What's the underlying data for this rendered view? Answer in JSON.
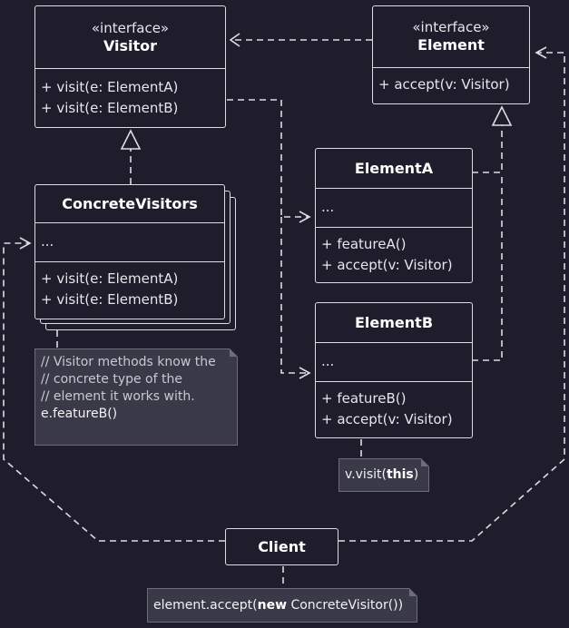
{
  "visitor": {
    "stereotype": "«interface»",
    "name": "Visitor",
    "methods": [
      "+ visit(e: ElementA)",
      "+ visit(e: ElementB)"
    ]
  },
  "element": {
    "stereotype": "«interface»",
    "name": "Element",
    "methods": [
      "+ accept(v: Visitor)"
    ]
  },
  "concrete_visitors": {
    "name": "ConcreteVisitors",
    "fields": "...",
    "methods": [
      "+ visit(e: ElementA)",
      "+ visit(e: ElementB)"
    ]
  },
  "element_a": {
    "name": "ElementA",
    "fields": "...",
    "methods": [
      "+ featureA()",
      "+ accept(v: Visitor)"
    ]
  },
  "element_b": {
    "name": "ElementB",
    "fields": "...",
    "methods": [
      "+ featureB()",
      "+ accept(v: Visitor)"
    ]
  },
  "client": {
    "name": "Client"
  },
  "notes": {
    "visitor_note": {
      "comment_lines": [
        "// Visitor methods know the",
        "// concrete type of the",
        "// element it works with."
      ],
      "code": "e.featureB()"
    },
    "element_b_note": {
      "prefix": "v.visit(",
      "keyword": "this",
      "suffix": ")"
    },
    "client_note": {
      "prefix": "element.accept(",
      "keyword": "new",
      "suffix": " ConcreteVisitor())"
    }
  },
  "colors": {
    "background": "#1f1d2c",
    "stroke": "#dcdce2",
    "note_fill": "#3a3947",
    "note_border": "#6d6c7a",
    "comment_text": "#c9c8d2"
  }
}
